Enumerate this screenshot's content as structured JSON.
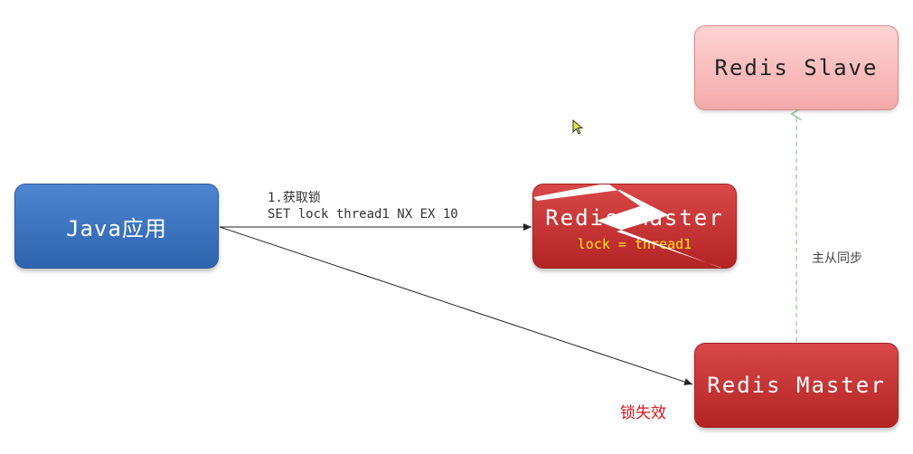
{
  "nodes": {
    "java": "Java应用",
    "master_old": {
      "title": "Redis Master",
      "lock": "lock = thread1"
    },
    "master_new": "Redis Master",
    "slave": "Redis Slave"
  },
  "edges": {
    "acquire_step": "1.获取锁",
    "acquire_cmd": "SET lock thread1 NX EX 10",
    "sync": "主从同步"
  },
  "annotations": {
    "lock_fail": "锁失效"
  },
  "colors": {
    "java_blue": "#3a72c0",
    "master_red": "#c53131",
    "slave_pink": "#fbbcbc",
    "sync_line": "#9ec79e",
    "fail_red": "#d9141b",
    "lock_yellow": "#ffe31a"
  }
}
